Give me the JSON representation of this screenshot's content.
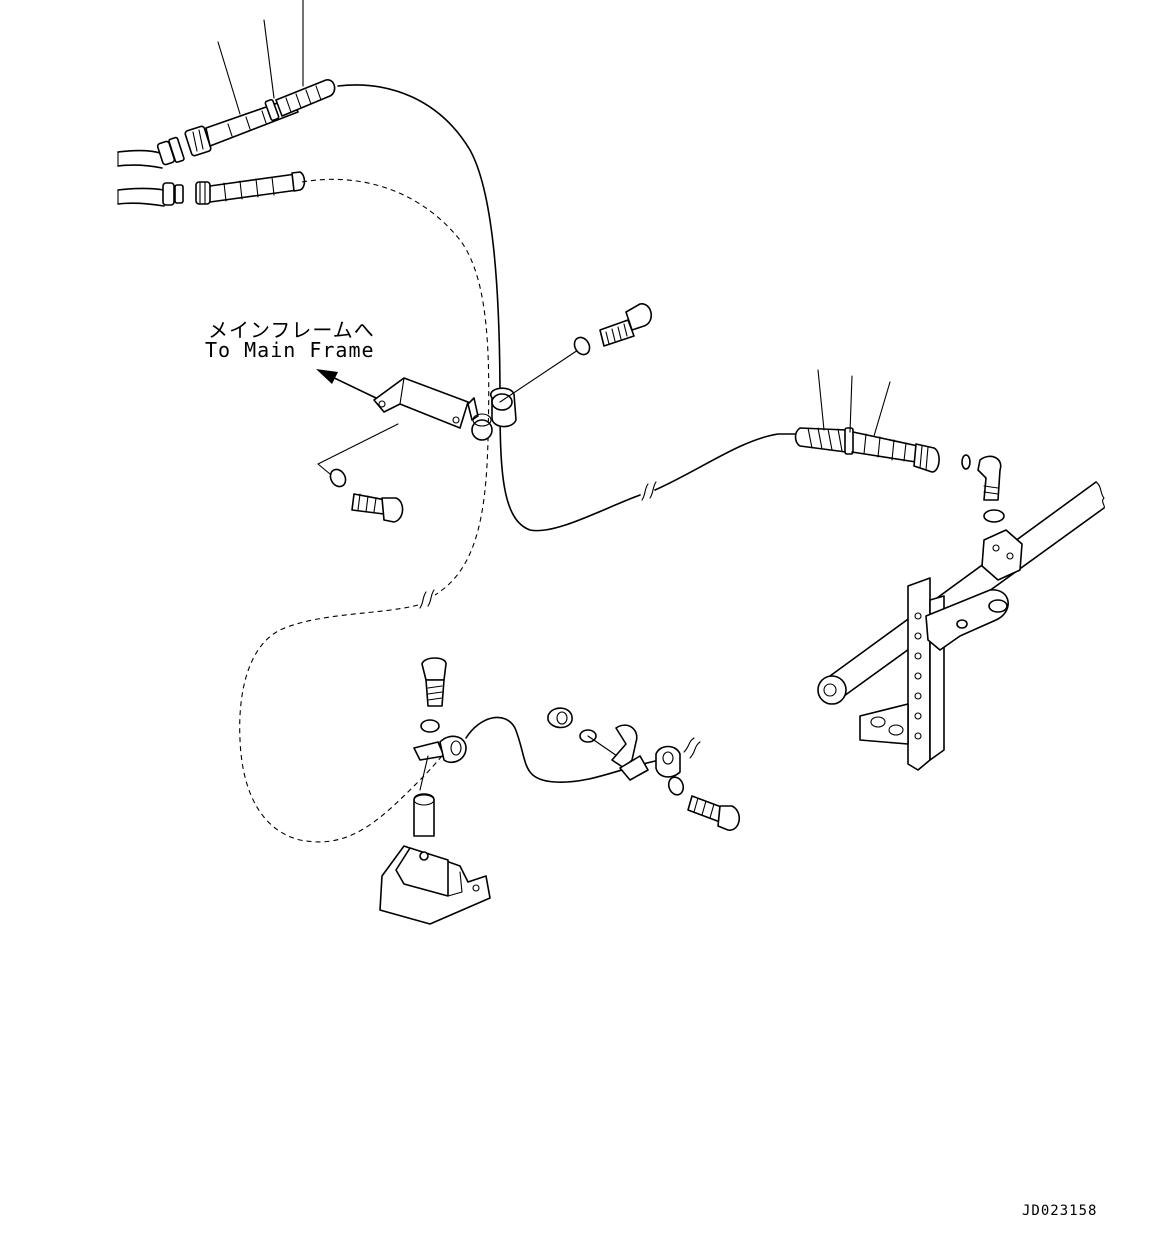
{
  "labels": {
    "destination_jp": "メインフレームへ",
    "destination_en": "To Main Frame",
    "drawing_code": "JD023158"
  },
  "colors": {
    "line": "#000000",
    "background": "#ffffff"
  }
}
